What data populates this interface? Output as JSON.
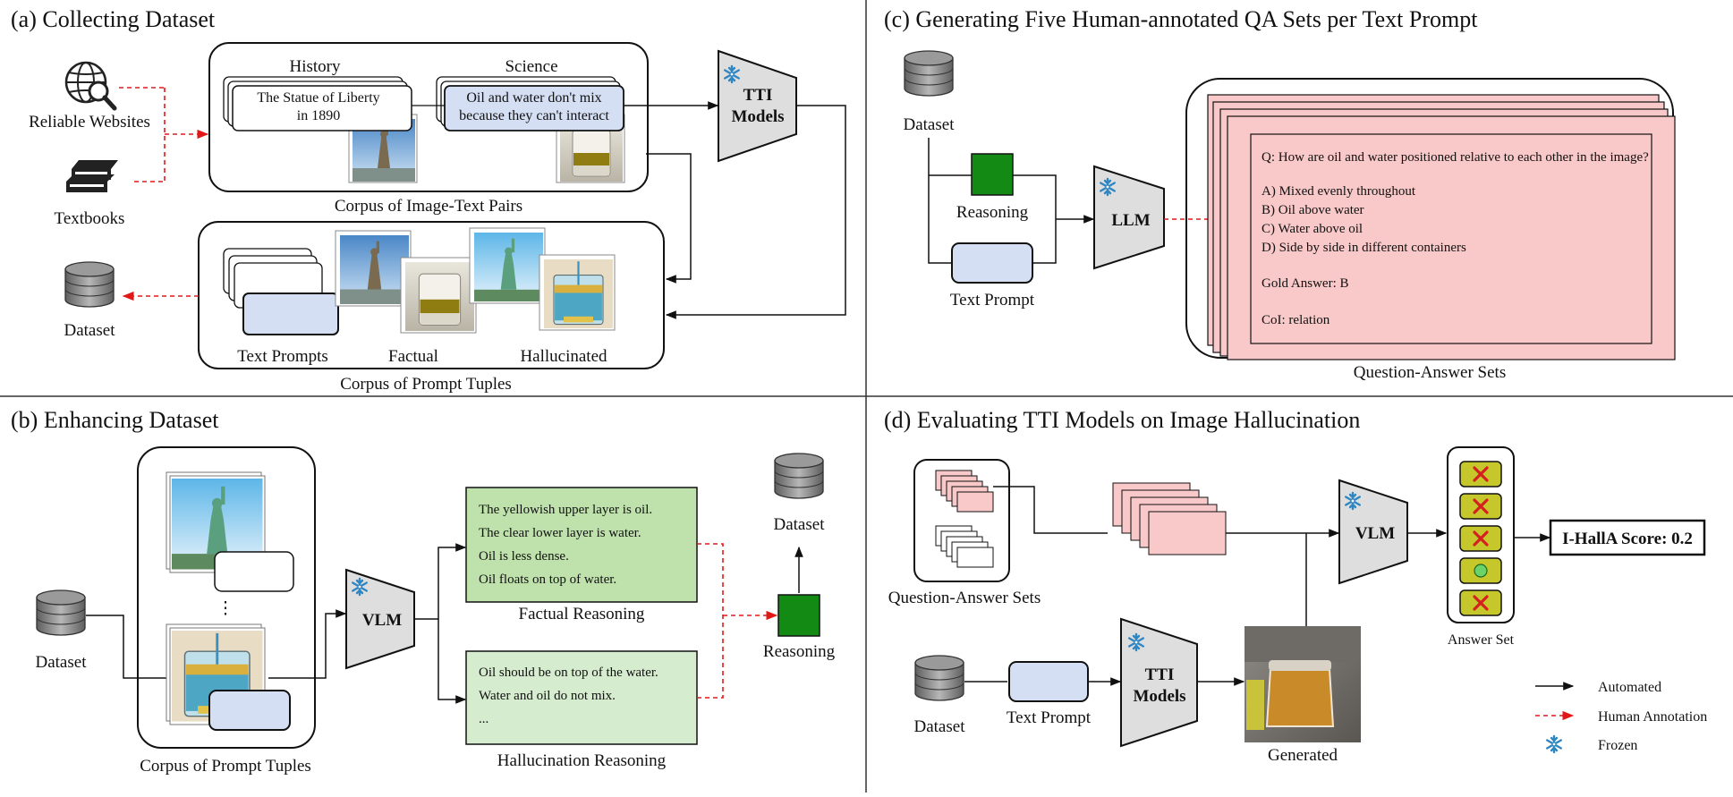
{
  "colors": {
    "pink": "#f9c8c8",
    "blue": "#d5dff3",
    "green": "#138a13",
    "light_green": "#cfe8c3",
    "yellow_green": "#c6c72a",
    "red_x": "#d52020",
    "human_arrow": "#e01818",
    "snow": "#2f86c2"
  },
  "panel_a": {
    "title": "(a) Collecting Dataset",
    "reliable_websites": "Reliable Websites",
    "textbooks": "Textbooks",
    "history": "History",
    "science": "Science",
    "history_text_1": "The Statue of Liberty",
    "history_text_2": "in 1890",
    "science_text_1": "Oil and water don't mix",
    "science_text_2": "because they can't interact",
    "tti_1": "TTI",
    "tti_2": "Models",
    "corpus_pairs": "Corpus of Image-Text Pairs",
    "dataset": "Dataset",
    "text_prompts": "Text Prompts",
    "factual": "Factual",
    "hallucinated": "Hallucinated",
    "corpus_tuples": "Corpus of Prompt Tuples"
  },
  "panel_b": {
    "title": "(b) Enhancing Dataset",
    "dataset_left": "Dataset",
    "vlm": "VLM",
    "ellipsis": "⋮",
    "corpus_tuples": "Corpus of Prompt Tuples",
    "factual_lines": [
      "The yellowish upper layer is oil.",
      "The clear lower layer is water.",
      "Oil is less dense.",
      "Oil floats on top of water."
    ],
    "factual_reasoning": "Factual Reasoning",
    "halluc_lines": [
      "Oil should be on top of the water.",
      "Water and oil do not mix.",
      "..."
    ],
    "halluc_reasoning": "Hallucination Reasoning",
    "dataset_right": "Dataset",
    "reasoning": "Reasoning"
  },
  "panel_c": {
    "title": "(c) Generating Five Human-annotated QA Sets per Text Prompt",
    "dataset": "Dataset",
    "reasoning": "Reasoning",
    "text_prompt": "Text Prompt",
    "llm": "LLM",
    "question": "Q: How are oil and water positioned relative to each other in the image?",
    "options": [
      "A) Mixed evenly throughout",
      "B) Oil above water",
      "C) Water above oil",
      "D) Side by side in different containers"
    ],
    "gold": "Gold Answer: B",
    "coi": "CoI: relation",
    "qa_sets": "Question-Answer Sets"
  },
  "panel_d": {
    "title": "(d) Evaluating TTI Models on Image Hallucination",
    "qa_sets": "Question-Answer Sets",
    "dataset": "Dataset",
    "text_prompt": "Text Prompt",
    "tti_1": "TTI",
    "tti_2": "Models",
    "generated": "Generated",
    "vlm": "VLM",
    "answer_set": "Answer Set",
    "score": "I-HallA Score: 0.2",
    "answer_marks": [
      "x",
      "x",
      "x",
      "o",
      "x"
    ]
  },
  "legend": {
    "automated": "Automated",
    "human": "Human Annotation",
    "frozen": "Frozen"
  }
}
